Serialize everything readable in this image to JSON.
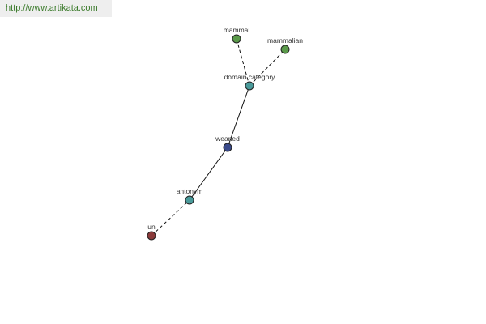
{
  "watermark": {
    "text": "http://www.artikata.com"
  },
  "graph": {
    "nodes": [
      {
        "id": "mammal",
        "label": "mammal",
        "color": "#5a9a4a"
      },
      {
        "id": "mammalian",
        "label": "mammalian",
        "color": "#5a9a4a"
      },
      {
        "id": "domain_category",
        "label": "domain category",
        "color": "#4a9a9a"
      },
      {
        "id": "weaned",
        "label": "weaned",
        "color": "#3a4a8a"
      },
      {
        "id": "antonym",
        "label": "antonym",
        "color": "#4a9a9a"
      },
      {
        "id": "un",
        "label": "un",
        "color": "#8a3a3a"
      }
    ],
    "edges": [
      {
        "from": "domain_category",
        "to": "mammal",
        "style": "dashed"
      },
      {
        "from": "domain_category",
        "to": "mammalian",
        "style": "dashed"
      },
      {
        "from": "weaned",
        "to": "domain_category",
        "style": "solid"
      },
      {
        "from": "antonym",
        "to": "weaned",
        "style": "solid"
      },
      {
        "from": "un",
        "to": "antonym",
        "style": "dashed"
      }
    ]
  }
}
